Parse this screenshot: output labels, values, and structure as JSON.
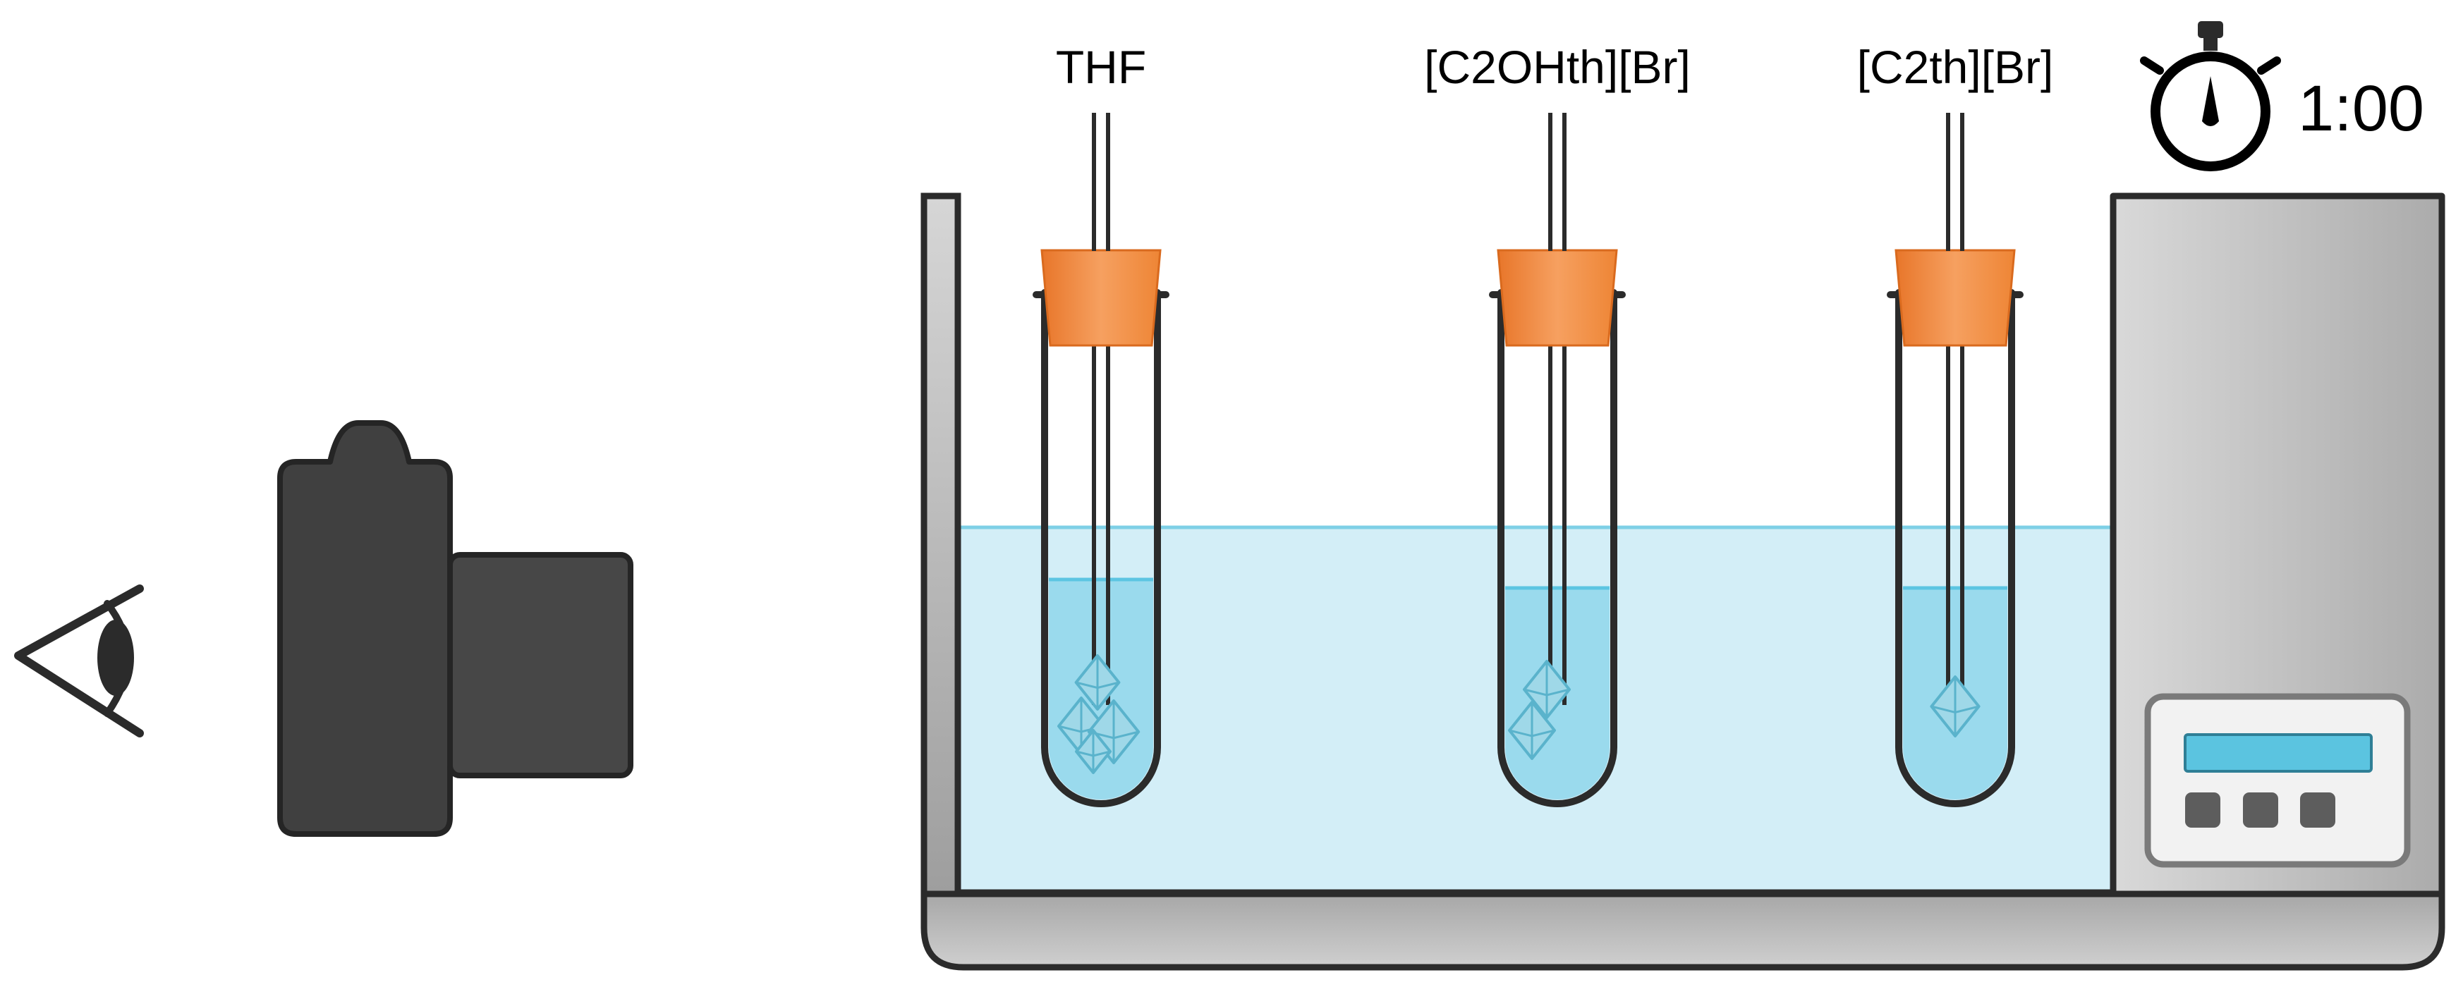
{
  "tubes": [
    {
      "label": "THF"
    },
    {
      "label": "[C2OHth][Br]"
    },
    {
      "label": "[C2th][Br]"
    }
  ],
  "timer": {
    "text": "1:00"
  },
  "colors": {
    "outline": "#2b2b2b",
    "bath_wall": "#a9a9a9",
    "water": "#d3eef7",
    "water_line": "#7ed0e6",
    "tube_liquid": "#9adaed",
    "stopper": "#f08a3a",
    "crystal": "#9fd8e8",
    "crystal_edge": "#5ab3cc",
    "camera": "#404040",
    "display": "#5bc4e0",
    "button": "#5d5d5d"
  },
  "icons": [
    "eye-icon",
    "camera-icon",
    "stopwatch-icon"
  ]
}
